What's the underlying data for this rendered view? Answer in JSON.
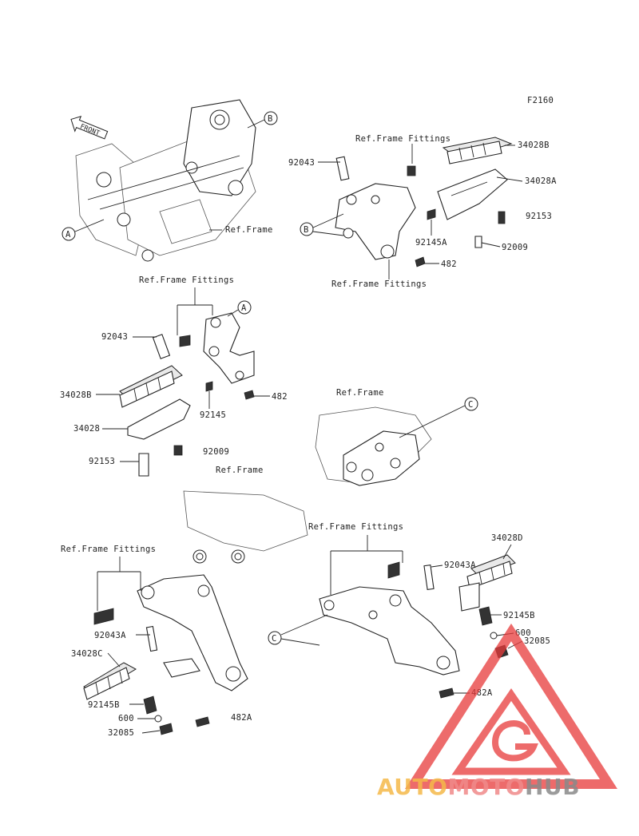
{
  "diagram_code": "F2160",
  "front_label": "FRONT",
  "callouts": {
    "a": "A",
    "b": "B",
    "c": "C"
  },
  "ref": {
    "frame_fittings": "Ref.Frame Fittings",
    "frame": "Ref.Frame"
  },
  "parts": {
    "p92043": "92043",
    "p92043A": "92043A",
    "p34028": "34028",
    "p34028A": "34028A",
    "p34028B": "34028B",
    "p34028C": "34028C",
    "p34028D": "34028D",
    "p92153": "92153",
    "p92009": "92009",
    "p92145": "92145",
    "p92145A": "92145A",
    "p92145B": "92145B",
    "p482": "482",
    "p482A": "482A",
    "p600": "600",
    "p32085": "32085"
  },
  "watermark": {
    "part1": "AUTO",
    "part2": "MOTO",
    "part3": "HUB",
    "color1": "#f5b94a",
    "color2": "#f08a8a",
    "color3": "#8a8a8a",
    "logo_color": "#e83a3a"
  }
}
